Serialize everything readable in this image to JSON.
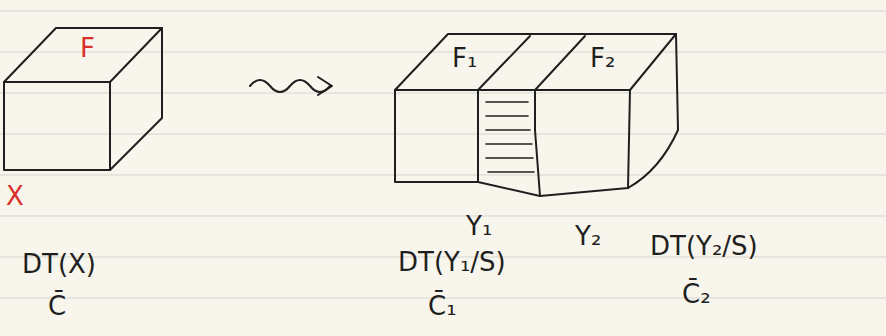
{
  "diagram": {
    "labels": [
      "F",
      "X",
      "F₁",
      "F₂",
      "Y₁",
      "Y₂",
      "DT(X)",
      "C̄",
      "DT(Y₁/S)",
      "C̄₁",
      "DT(Y₂/S)",
      "C̄₂"
    ]
  }
}
